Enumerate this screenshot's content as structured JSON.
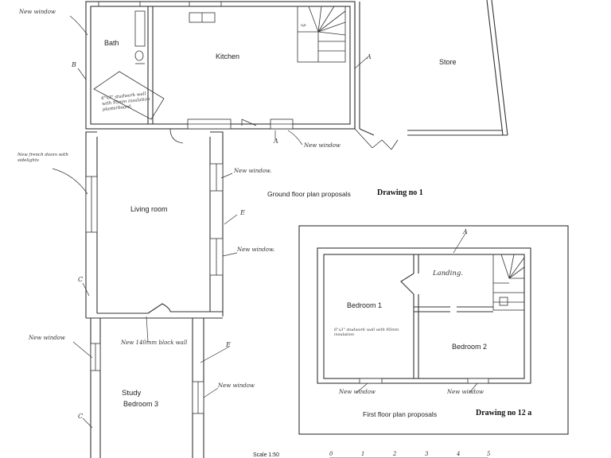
{
  "ground_floor": {
    "rooms": {
      "bath": "Bath",
      "kitchen": "Kitchen",
      "store": "Store",
      "living_room": "Living room",
      "study_line1": "Study",
      "study_line2": "Bedroom 3"
    },
    "caption": "Ground floor plan proposals",
    "drawing_no": "Drawing no 1",
    "annotations": {
      "new_window_top": "New window",
      "french_doors": "New french doors with sidelights",
      "new_window_living_1": "New window.",
      "new_window_living_2": "New window.",
      "new_window_store": "New window",
      "new_window_study_left": "New window",
      "new_window_study_right": "New window",
      "block_wall": "New 140mm block wall",
      "bath_wall_note": "6\"x3\" studwork wall with 95mm insulation plasterboard.",
      "up_label": "up"
    },
    "section_marks": {
      "a1": "A",
      "a2": "A",
      "b": "B",
      "c1": "C",
      "c2": "C",
      "e1": "E",
      "e2": "E"
    }
  },
  "first_floor": {
    "rooms": {
      "landing": "Landing.",
      "bedroom1": "Bedroom 1",
      "bedroom2": "Bedroom 2"
    },
    "caption": "First floor plan proposals",
    "drawing_no": "Drawing no 12 a",
    "annotations": {
      "new_window_left": "New window",
      "new_window_right": "New window",
      "stud_wall_note": "6\"x3\" studwork wall with 95mm insulation",
      "section_a": "A"
    }
  },
  "scale": {
    "label": "Scale 1:50",
    "ticks": [
      "0",
      "1",
      "2",
      "3",
      "4",
      "5"
    ]
  }
}
